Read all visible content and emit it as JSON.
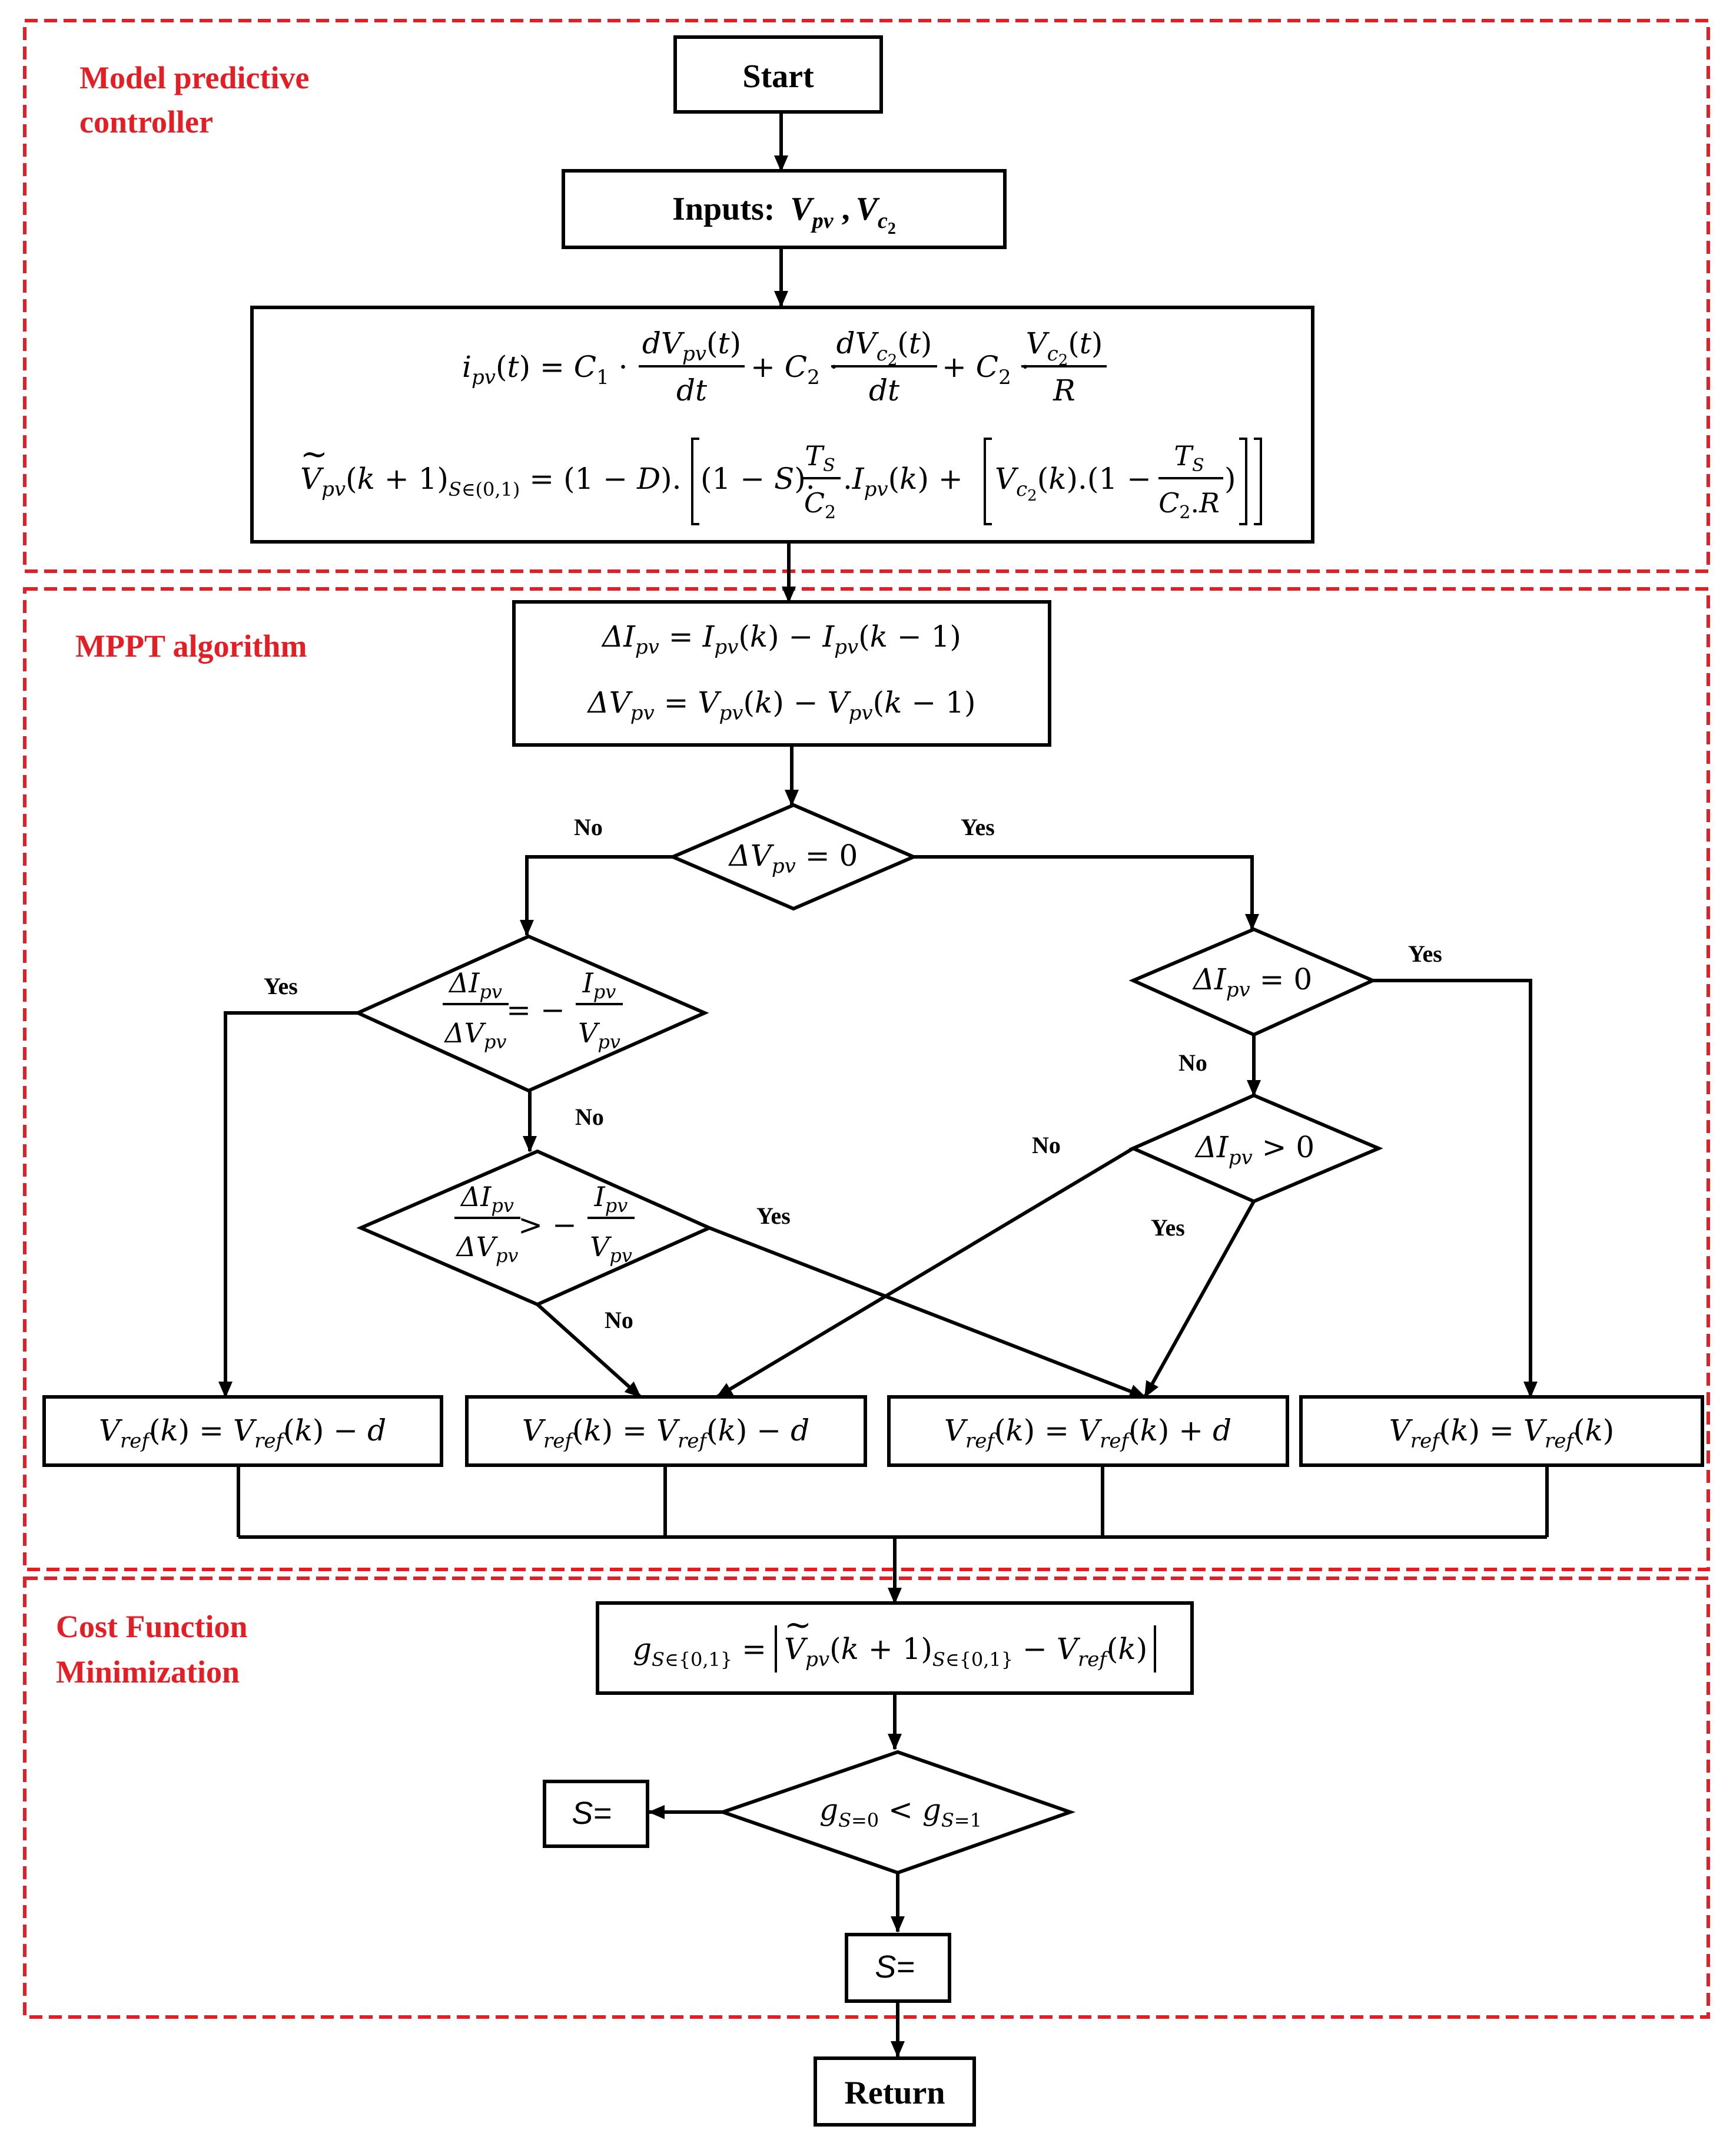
{
  "sections": {
    "mpc_line1": "Model predictive",
    "mpc_line2": "controller",
    "mppt": "MPPT algorithm",
    "cost_line1": "Cost Function",
    "cost_line2": "Minimization"
  },
  "nodes": {
    "start": "Start",
    "inputs_label": "Inputs:",
    "return": "Return",
    "s_left": "S=",
    "s_bottom": "S="
  },
  "equations": {
    "eq1": "i_pv(t) = C1 · dVpv(t)/dt + C2 · dVc2(t)/dt + C2 · Vc2(t)/R",
    "eq2": "Vpv~(k+1)S∈(0,1) = (1 − D).[(1 − S).TS/C2.Ipv(k) + [Vc2(k).(1 − TS/(C2.R))]]",
    "delta_i": "ΔIpv = Ipv(k) − Ipv(k − 1)",
    "delta_v": "ΔVpv = Vpv(k) − Vpv(k − 1)",
    "cost": "gS∈{0,1} = |Vpv~(k+1)S∈{0,1} − Vref(k)|"
  },
  "decisions": {
    "dv_zero": "ΔVpv = 0",
    "di_zero": "ΔIpv = 0",
    "di_pos": "ΔIpv > 0",
    "cond_eq": "ΔIpv/ΔVpv = −Ipv/Vpv",
    "cond_gt": "ΔIpv/ΔVpv > −Ipv/Vpv",
    "g_cmp": "gS=0 < gS=1"
  },
  "outputs": {
    "o1": "Vref(k) = Vref(k) − d",
    "o2": "Vref(k) = Vref(k) − d",
    "o3": "Vref(k) = Vref(k) + d",
    "o4": "Vref(k) = Vref(k)"
  },
  "edge_labels": {
    "no": "No",
    "yes": "Yes"
  },
  "colors": {
    "section_border": "#e31e24",
    "section_text": "#e31e24",
    "line": "#000000"
  }
}
